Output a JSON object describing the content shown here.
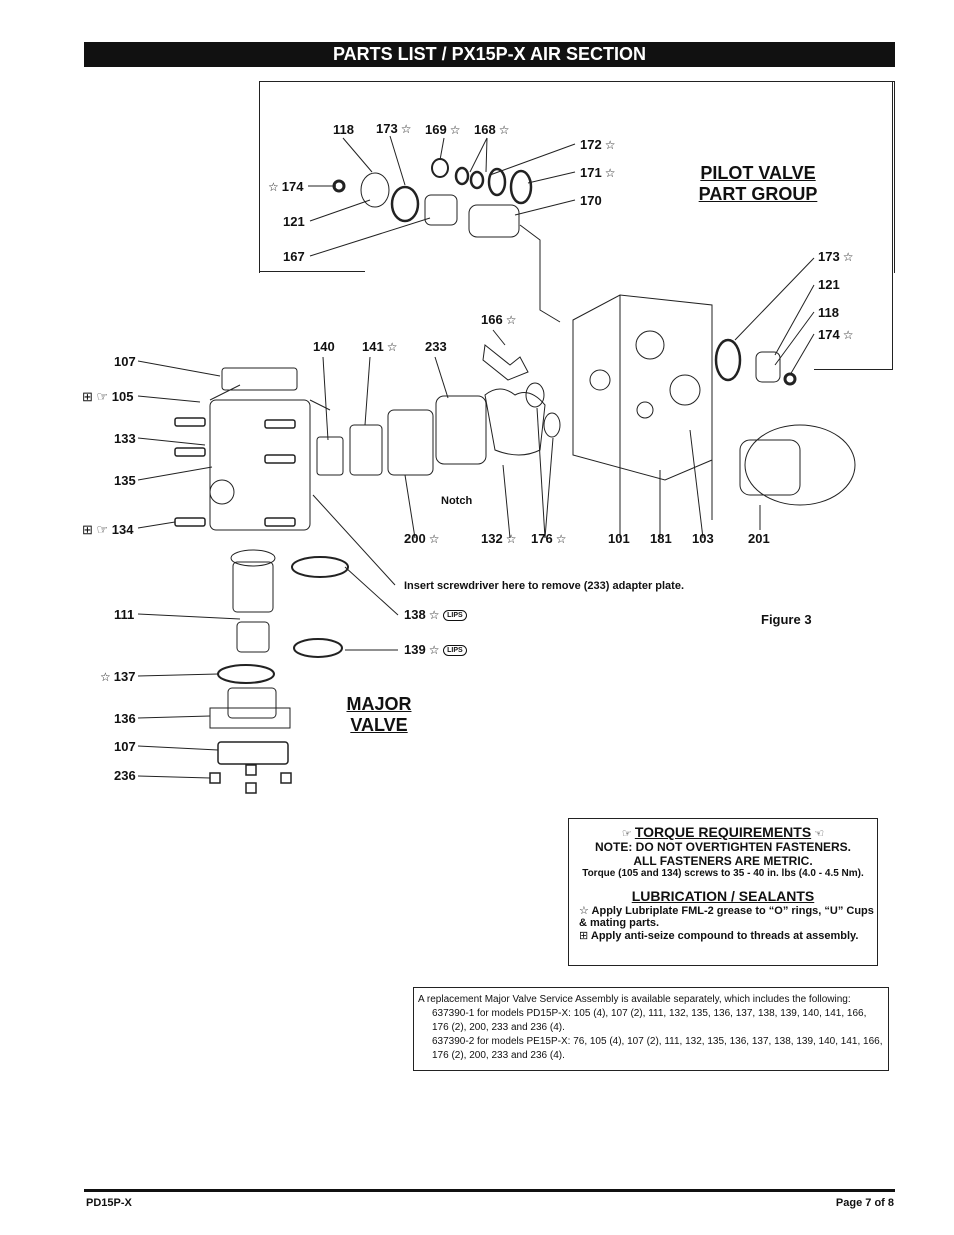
{
  "header": {
    "title": "PARTS LIST / PX15P-X AIR SECTION"
  },
  "pilot_group": {
    "line1": "PILOT VALVE",
    "line2": "PART GROUP"
  },
  "major_valve": {
    "line1": "MAJOR",
    "line2": "VALVE"
  },
  "figure_label": "Figure 3",
  "star_symbol": "☆",
  "callouts": {
    "c118a": "118",
    "c173a": "173",
    "c169": "169",
    "c168": "168",
    "c172": "172",
    "c171": "171",
    "c170": "170",
    "c174a": "174",
    "c121a": "121",
    "c167": "167",
    "c173b": "173",
    "c121b": "121",
    "c118b": "118",
    "c174b": "174",
    "c166": "166",
    "c140": "140",
    "c141": "141",
    "c233": "233",
    "c107a": "107",
    "c105": "105",
    "c133": "133",
    "c135": "135",
    "c134": "134",
    "c200": "200",
    "c132": "132",
    "c176": "176",
    "c101": "101",
    "c181": "181",
    "c103": "103",
    "c201": "201",
    "c111": "111",
    "c138": "138",
    "c139": "139",
    "c137": "137",
    "c136": "136",
    "c107b": "107",
    "c236": "236"
  },
  "notes": {
    "notch": "Notch",
    "screwdriver": "Insert screwdriver here to remove (233) adapter plate.",
    "lips": "LIPS"
  },
  "torque": {
    "heading": "TORQUE REQUIREMENTS",
    "note1": "NOTE: DO NOT OVERTIGHTEN FASTENERS.",
    "note2": "ALL FASTENERS ARE METRIC.",
    "note3": "Torque (105 and 134) screws to 35 - 40 in. lbs (4.0 - 4.5 Nm)."
  },
  "lubrication": {
    "heading": "LUBRICATION / SEALANTS",
    "line1": "Apply Lubriplate FML-2 grease to “O” rings, “U” Cups & mating parts.",
    "line2": "Apply anti-seize compound to threads at assembly."
  },
  "service": {
    "intro": "A replacement Major Valve Service Assembly is available separately, which includes the following:",
    "item1": "637390-1 for models PD15P-X: 105 (4), 107 (2), 111, 132, 135, 136, 137, 138, 139, 140, 141, 166, 176 (2), 200, 233 and 236 (4).",
    "item2": "637390-2 for models PE15P-X: 76, 105 (4), 107 (2), 111, 132, 135, 136, 137, 138, 139, 140, 141, 166, 176 (2), 200, 233 and 236 (4)."
  },
  "footer": {
    "left": "PD15P-X",
    "right": "Page  7 of 8"
  }
}
